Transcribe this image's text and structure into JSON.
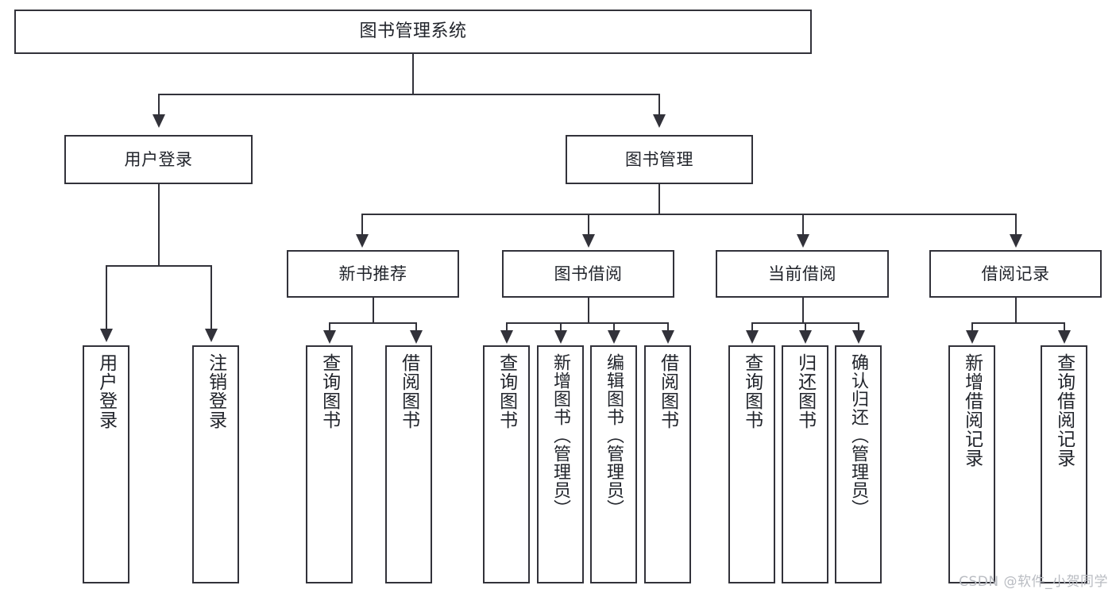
{
  "diagram": {
    "type": "tree",
    "title": "图书管理系统",
    "watermark": "CSDN @软件_小贺同学",
    "colors": {
      "stroke": "#32323a",
      "background": "#ffffff",
      "text": "#21242b",
      "watermark": "#b9bcc2"
    },
    "nodes": {
      "root": {
        "label": "图书管理系统"
      },
      "level2": [
        {
          "label": "用户登录"
        },
        {
          "label": "图书管理"
        }
      ],
      "level3": [
        {
          "label": "新书推荐"
        },
        {
          "label": "图书借阅"
        },
        {
          "label": "当前借阅"
        },
        {
          "label": "借阅记录"
        }
      ],
      "leaves": {
        "user_login": [
          {
            "label": "用户登录"
          },
          {
            "label": "注销登录"
          }
        ],
        "new_book": [
          {
            "label": "查询图书"
          },
          {
            "label": "借阅图书"
          }
        ],
        "book_borrow": [
          {
            "label": "查询图书"
          },
          {
            "label": "新增图书（管理员）"
          },
          {
            "label": "编辑图书（管理员）"
          },
          {
            "label": "借阅图书"
          }
        ],
        "current_borrow": [
          {
            "label": "查询图书"
          },
          {
            "label": "归还图书"
          },
          {
            "label": "确认归还（管理员）"
          }
        ],
        "borrow_record": [
          {
            "label": "新增借阅记录"
          },
          {
            "label": "查询借阅记录"
          }
        ]
      }
    }
  }
}
